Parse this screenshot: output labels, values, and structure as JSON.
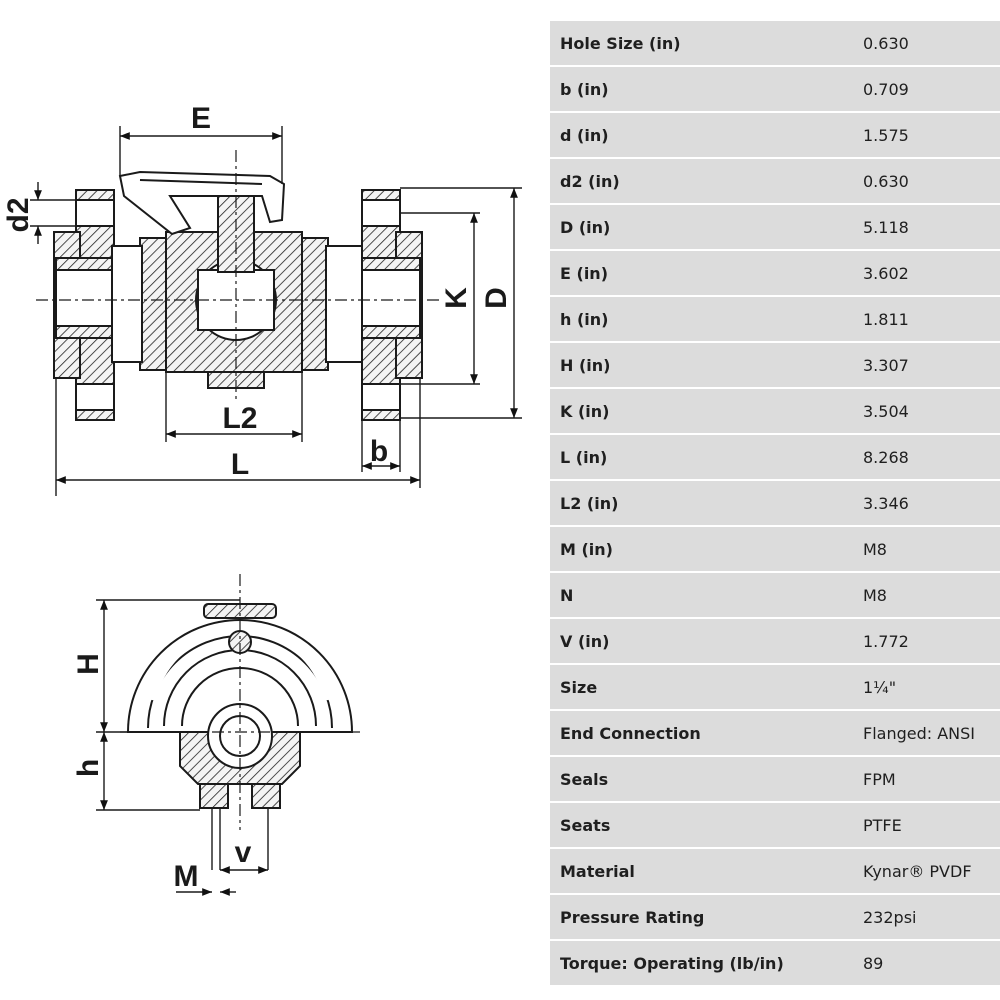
{
  "drawing": {
    "side_view": {
      "labels": {
        "E": "E",
        "d2": "d2",
        "K": "K",
        "D": "D",
        "L2": "L2",
        "b": "b",
        "L": "L"
      }
    },
    "front_view": {
      "labels": {
        "H": "H",
        "h": "h",
        "M": "M",
        "v": "v"
      }
    }
  },
  "specs": [
    {
      "label": "Hole Size (in)",
      "value": "0.630"
    },
    {
      "label": "b (in)",
      "value": "0.709"
    },
    {
      "label": "d (in)",
      "value": "1.575"
    },
    {
      "label": "d2 (in)",
      "value": "0.630"
    },
    {
      "label": "D (in)",
      "value": "5.118"
    },
    {
      "label": "E (in)",
      "value": "3.602"
    },
    {
      "label": "h (in)",
      "value": "1.811"
    },
    {
      "label": "H (in)",
      "value": "3.307"
    },
    {
      "label": "K (in)",
      "value": "3.504"
    },
    {
      "label": "L (in)",
      "value": "8.268"
    },
    {
      "label": "L2 (in)",
      "value": "3.346"
    },
    {
      "label": "M (in)",
      "value": "M8"
    },
    {
      "label": "N",
      "value": "M8"
    },
    {
      "label": "V (in)",
      "value": "1.772"
    },
    {
      "label": "Size",
      "value": "1¼\""
    },
    {
      "label": "End Connection",
      "value": "Flanged: ANSI"
    },
    {
      "label": "Seals",
      "value": "FPM"
    },
    {
      "label": "Seats",
      "value": "PTFE"
    },
    {
      "label": "Material",
      "value": "Kynar® PVDF"
    },
    {
      "label": "Pressure Rating",
      "value": "232psi"
    },
    {
      "label": "Torque: Operating (lb/in)",
      "value": "89"
    }
  ]
}
